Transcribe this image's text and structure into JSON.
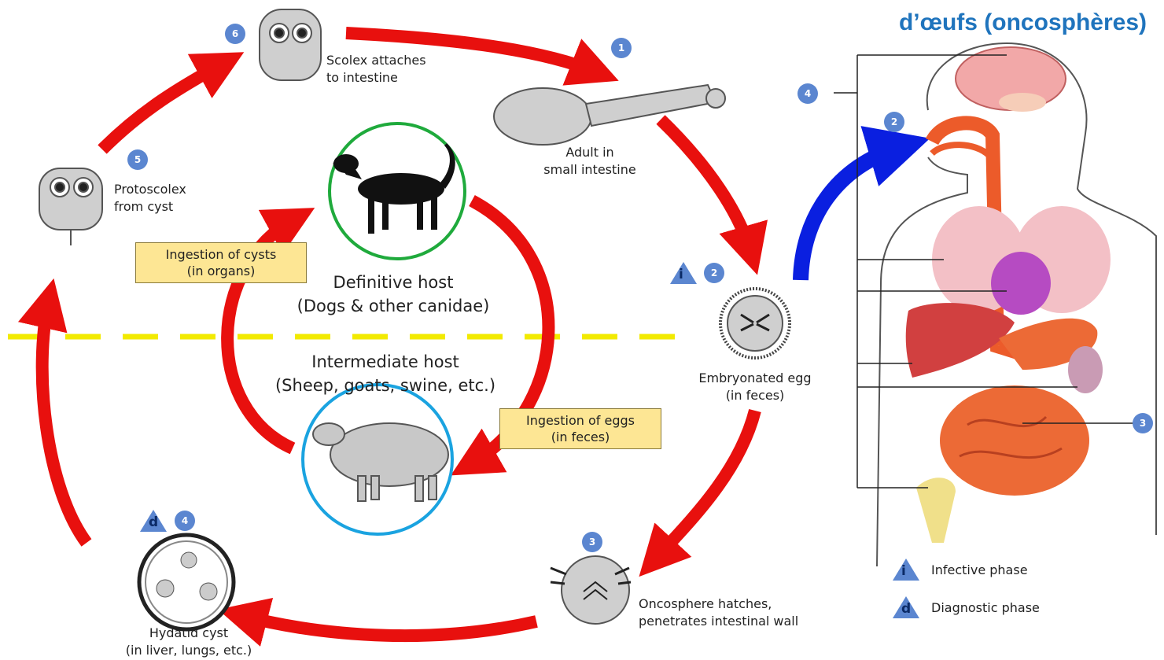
{
  "diagram": {
    "header_title": "d’œufs (oncosphères)",
    "hosts": {
      "definitive": "Definitive host\n(Dogs & other canidae)",
      "intermediate": "Intermediate host\n(Sheep, goats, swine, etc.)"
    },
    "boxes": {
      "cysts": "Ingestion of cysts\n(in organs)",
      "eggs": "Ingestion of eggs\n(in feces)"
    },
    "stages": [
      {
        "num": "1",
        "label": "Adult in\nsmall intestine"
      },
      {
        "num": "2",
        "label": "Embryonated egg\n(in feces)"
      },
      {
        "num": "3",
        "label": "Oncosphere hatches,\npenetrates intestinal wall"
      },
      {
        "num": "4",
        "label": "Hydatid cyst\n(in liver, lungs, etc.)"
      },
      {
        "num": "5",
        "label": "Protoscolex\nfrom cyst"
      },
      {
        "num": "6",
        "label": "Scolex attaches\nto intestine"
      }
    ],
    "anatomy_badges": [
      "4",
      "2",
      "3"
    ],
    "legend": {
      "infective_symbol": "i",
      "infective": "Infective phase",
      "diagnostic_symbol": "d",
      "diagnostic": "Diagnostic phase"
    },
    "colors": {
      "arrow": "#e8100e",
      "human_arrow": "#0a1fe0",
      "divider": "#f2ea00",
      "dog_ring": "#1faa3c",
      "sheep_ring": "#1aa3e0",
      "badge": "#5b86d0",
      "label_box": "#fde694",
      "title": "#1f74bd"
    }
  }
}
